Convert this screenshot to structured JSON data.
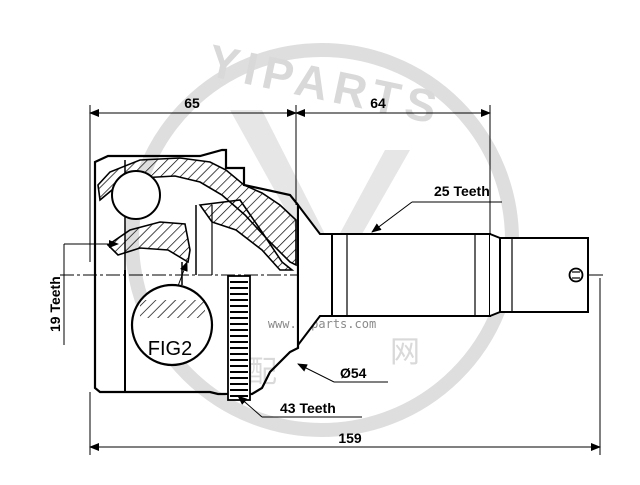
{
  "dimensions": {
    "joint_length": "65",
    "shaft_length": "64",
    "overall_length": "159",
    "outer_diameter": "Ø54"
  },
  "splines": {
    "outer_shaft": "25 Teeth",
    "inner": "19 Teeth",
    "abs_ring": "43 Teeth"
  },
  "detail_label": "FIG2",
  "watermark": {
    "brand": "YIPARTS",
    "url": "www.yiparts.com",
    "cjk_left": "配",
    "cjk_right": "网"
  }
}
